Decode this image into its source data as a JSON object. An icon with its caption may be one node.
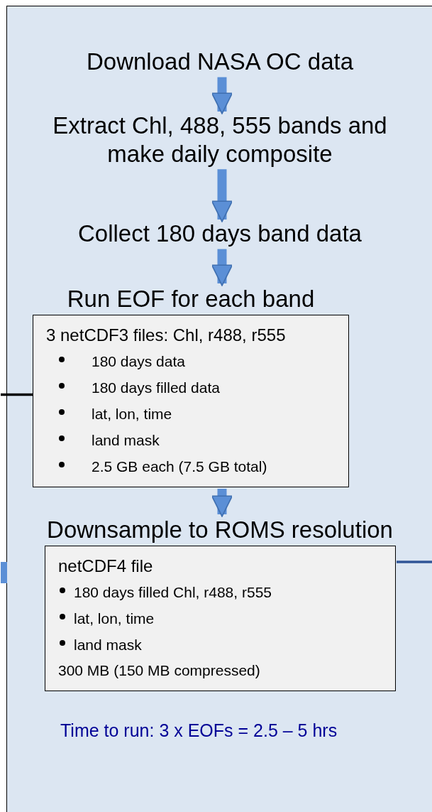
{
  "diagram": {
    "nodes": [
      {
        "text": [],
        "shape": "box"
      },
      {
        "text": [
          "Download NASA OC data"
        ],
        "in": 0
      },
      {
        "text": [
          "Extract Chl, 488, 555 bands and make daily composite"
        ],
        "in": 0
      },
      {
        "text": [
          "Collect 180 days band data"
        ],
        "in": 0
      },
      {
        "text": [
          "Run EOF for each band",
          "3 netCDF3 files: Chl, r488, r555",
          "180 days data",
          "180 days filled data",
          "lat,  lon, time",
          "land mask",
          "2.5 GB each (7.5 GB total)"
        ],
        "in": 0
      },
      {
        "text": [
          "Downsample to ROMS resolution",
          "netCDF4 file",
          "180 days filled Chl, r488, r555",
          "lat,  lon, time",
          "land mask",
          "300 MB (150 MB compressed)"
        ],
        "in": 0
      }
    ],
    "edges": [
      {
        "from": 1,
        "to": 2,
        "arrow": "to"
      },
      {
        "from": 2,
        "to": 3,
        "arrow": "to"
      },
      {
        "from": 3,
        "to": 4,
        "arrow": "to"
      },
      {
        "from": 4,
        "to": 5,
        "arrow": "to"
      },
      {
        "from": null,
        "to": 4,
        "arrow": "none",
        "color": "#000000"
      },
      {
        "from": 5,
        "to": null,
        "arrow": "none",
        "color": "#2f5597"
      }
    ],
    "labels": [
      "Time to run: 3 x EOFs = 2.5 – 5 hrs"
    ]
  }
}
